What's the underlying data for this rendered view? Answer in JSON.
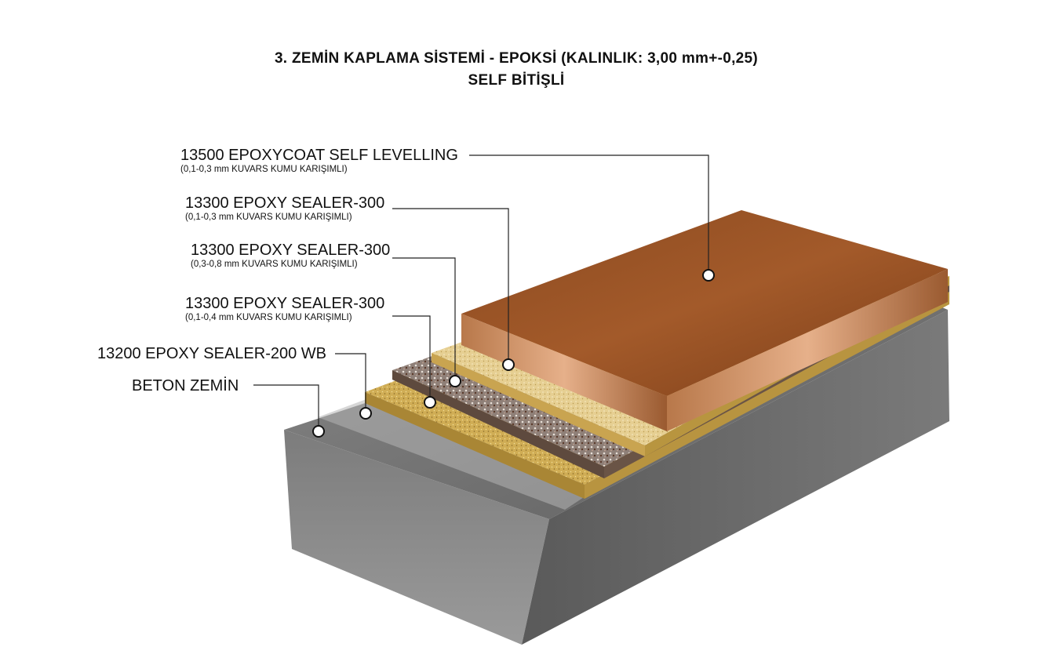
{
  "title": {
    "line1": "3. ZEMİN KAPLAMA SİSTEMİ - EPOKSİ  (KALINLIK: 3,00 mm+-0,25)",
    "line2": "SELF BİTİŞLİ"
  },
  "layers": [
    {
      "name": "13500 EPOXYCOAT SELF LEVELLING",
      "note": "(0,1-0,3 mm KUVARS KUMU KARIŞIMLI)",
      "color": "#9a4f22"
    },
    {
      "name": "13300 EPOXY SEALER-300",
      "note": "(0,1-0,3 mm KUVARS KUMU KARIŞIMLI)",
      "color": "#e3c987"
    },
    {
      "name": "13300 EPOXY SEALER-300",
      "note": "(0,3-0,8 mm KUVARS KUMU KARIŞIMLI)",
      "color": "#9a8a80"
    },
    {
      "name": "13300 EPOXY SEALER-300",
      "note": "(0,1-0,4 mm KUVARS KUMU KARIŞIMLI)",
      "color": "#c9a748"
    },
    {
      "name": "13200 EPOXY SEALER-200 WB",
      "color": "#c8c8c8"
    },
    {
      "name": "BETON ZEMİN",
      "color": "#6e6e6e"
    }
  ]
}
